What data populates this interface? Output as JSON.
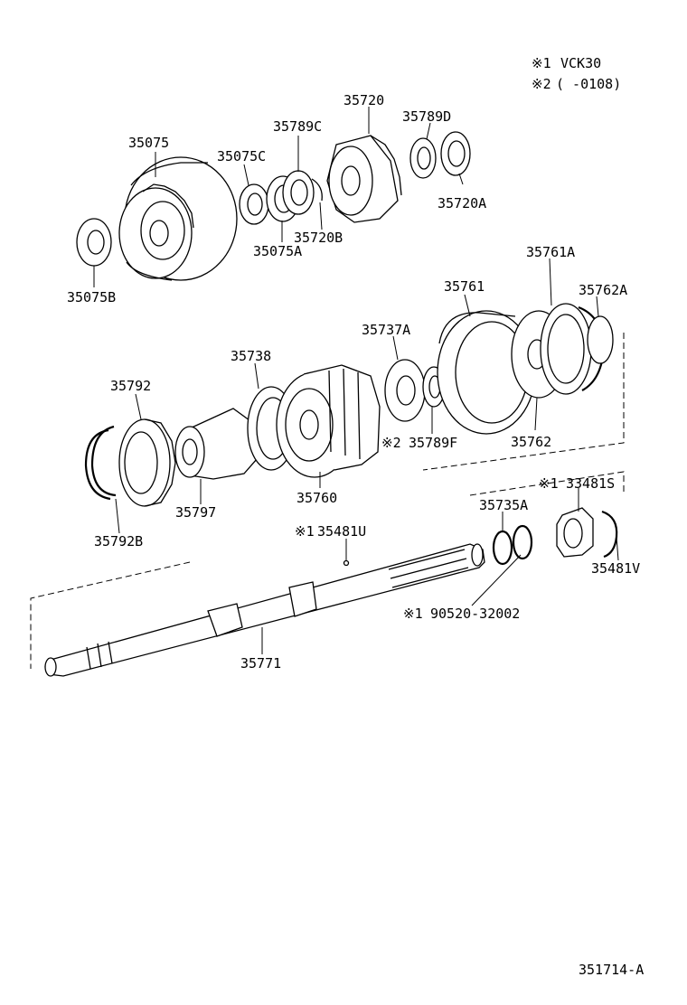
{
  "notes": {
    "n1_mark": "※1",
    "n1_text": "VCK30",
    "n2_mark": "※2",
    "n2_text": "(       -0108)"
  },
  "labels": {
    "p35075": "35075",
    "p35075C": "35075C",
    "p35789C": "35789C",
    "p35720": "35720",
    "p35789D": "35789D",
    "p35720A": "35720A",
    "p35720B": "35720B",
    "p35075A": "35075A",
    "p35075B": "35075B",
    "p35761A": "35761A",
    "p35761": "35761",
    "p35762A": "35762A",
    "p35737A": "35737A",
    "p35738": "35738",
    "p35792": "35792",
    "p35789F": "35789F",
    "p35789F_mark": "※2",
    "p35762": "35762",
    "p35797": "35797",
    "p35760": "35760",
    "p35792B": "35792B",
    "p33481S": "33481S",
    "p33481S_mark": "※1",
    "p35735A": "35735A",
    "p35481U": "35481U",
    "p35481U_mark": "※1",
    "p35481V": "35481V",
    "p90520": "90520-32002",
    "p90520_mark": "※1",
    "p35771": "35771"
  },
  "figure_id": "351714-A"
}
